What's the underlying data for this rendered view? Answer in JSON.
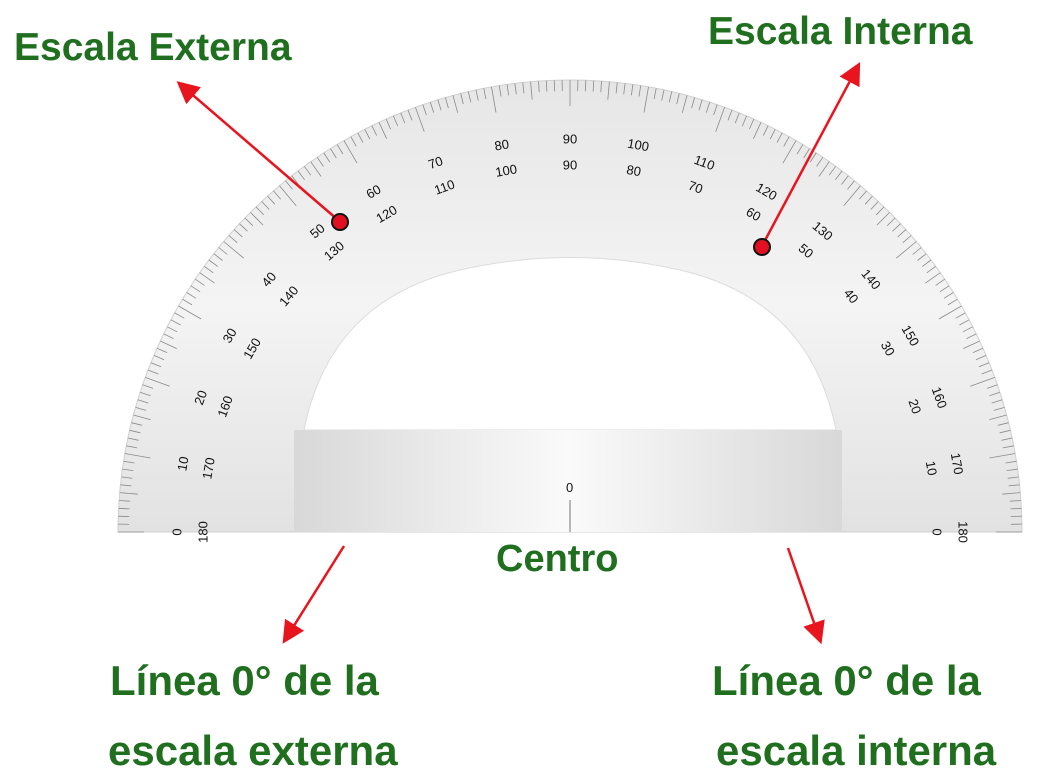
{
  "labels": {
    "outer_scale": "Escala Externa",
    "inner_scale": "Escala Interna",
    "center": "Centro",
    "zero_line_outer_line1": "Línea 0° de la",
    "zero_line_outer_line2": "escala externa",
    "zero_line_inner_line1": "Línea 0° de la",
    "zero_line_inner_line2": "escala interna"
  },
  "protractor": {
    "outer_scale_labels": [
      "0",
      "10",
      "20",
      "30",
      "40",
      "50",
      "60",
      "70",
      "80",
      "90",
      "100",
      "110",
      "120",
      "130",
      "140",
      "150",
      "160",
      "170",
      "180"
    ],
    "inner_scale_labels": [
      "180",
      "170",
      "160",
      "150",
      "140",
      "130",
      "120",
      "110",
      "100",
      "90",
      "80",
      "70",
      "60",
      "50",
      "40",
      "30",
      "20",
      "10",
      "0"
    ],
    "center_mark_label": "0"
  },
  "colors": {
    "label_text": "#1f6f1f",
    "arrow": "#e8141e",
    "marker_fill": "#e01020",
    "protractor_body": "#ececec"
  }
}
